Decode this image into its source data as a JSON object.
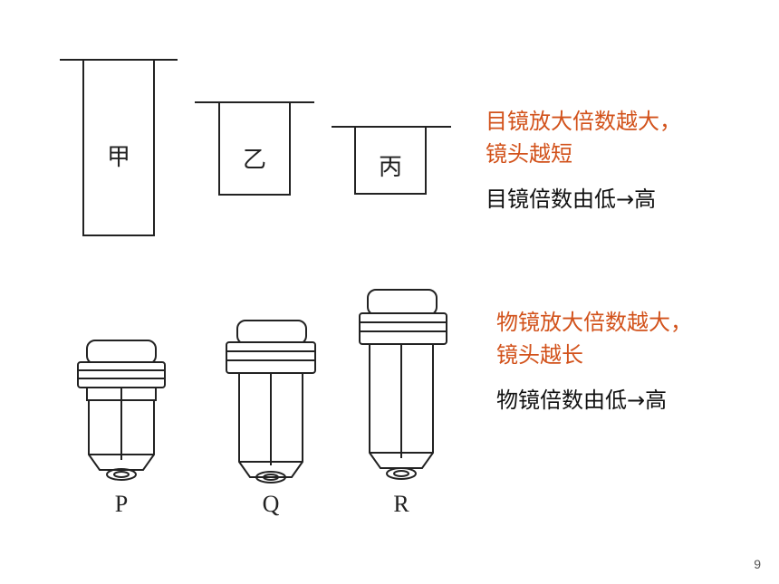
{
  "eyepieces": {
    "labels": [
      "甲",
      "乙",
      "丙"
    ]
  },
  "objectives": {
    "labels": [
      "P",
      "Q",
      "R"
    ]
  },
  "eyepiece_note": {
    "line1": "目镜放大倍数越大，",
    "line2": "镜头越短",
    "order": "目镜倍数由低→高"
  },
  "objective_note": {
    "line1": "物镜放大倍数越大，",
    "line2": "镜头越长",
    "order": "物镜倍数由低→高"
  },
  "page_number": "9",
  "colors": {
    "highlight": "#d2521b",
    "text": "#111111",
    "line": "#222222"
  }
}
